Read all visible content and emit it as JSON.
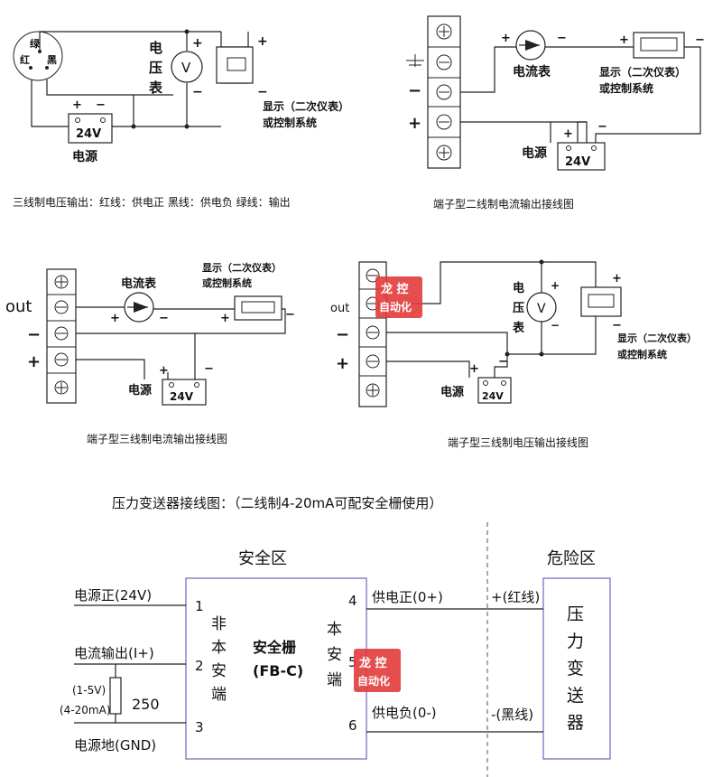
{
  "wiring_3wire_voltage": {
    "wire_green": "绿",
    "wire_red": "红",
    "wire_black": "黑",
    "meter_label": [
      "电",
      "压",
      "表"
    ],
    "meter_symbol": "V",
    "plus": "+",
    "minus": "−",
    "display_label_1": "显示（二次仪表）",
    "display_label_2": "或控制系统",
    "psu_voltage": "24V",
    "psu_label": "电源",
    "caption": "三线制电压输出：红线：供电正   黑线：供电负  绿线：输出"
  },
  "wiring_2wire_current": {
    "meter_label": "电流表",
    "display_label_1": "显示（二次仪表）",
    "display_label_2": "或控制系统",
    "psu_voltage": "24V",
    "psu_label": "电源",
    "caption": "端子型二线制电流输出接线图"
  },
  "wiring_3wire_current": {
    "out_label": "out",
    "meter_label": "电流表",
    "display_label_1": "显示（二次仪表）",
    "display_label_2": "或控制系统",
    "psu_voltage": "24V",
    "psu_label": "电源",
    "caption": "端子型三线制电流输出接线图"
  },
  "wiring_3wire_voltage_terminal": {
    "out_label": "out",
    "meter_label": [
      "电",
      "压",
      "表"
    ],
    "meter_symbol": "V",
    "display_label_1": "显示（二次仪表）",
    "display_label_2": "或控制系统",
    "psu_voltage": "24V",
    "psu_label": "电源",
    "caption": "端子型三线制电压输出接线图"
  },
  "barrier_diagram": {
    "title": "压力变送器接线图：（二线制4-20mA可配安全栅使用）",
    "safe_zone": "安全区",
    "danger_zone": "危险区",
    "input_power": "电源正(24V)",
    "input_current": "电流输出(I+)",
    "input_gnd": "电源地(GND)",
    "resistor_note_1": "(1-5V)",
    "resistor_note_2": "(4-20mA)",
    "resistor_value": "250",
    "term_1": "1",
    "term_2": "2",
    "term_3": "3",
    "term_4": "4",
    "term_5": "5",
    "term_6": "6",
    "non_intrinsic": [
      "非",
      "本",
      "安",
      "端"
    ],
    "barrier_name": "安全栅",
    "barrier_model": "(FB-C)",
    "intrinsic": [
      "本",
      "安",
      "端"
    ],
    "supply_pos": "供电正(0+)",
    "supply_neg": "供电负(0-)",
    "red_wire": "+(红线)",
    "black_wire": "-(黑线)",
    "transmitter": [
      "压",
      "力",
      "变",
      "送",
      "器"
    ]
  },
  "watermark": {
    "line1": "龙 控",
    "line2": "自动化"
  }
}
